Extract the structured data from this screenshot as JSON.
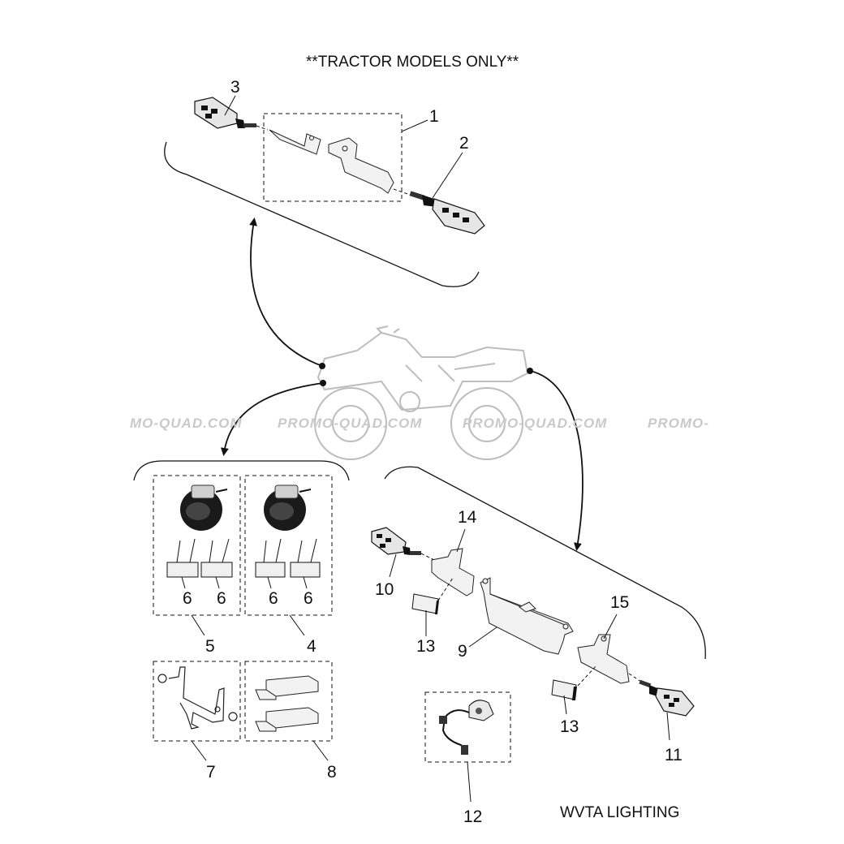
{
  "header": {
    "title": "**TRACTOR MODELS ONLY**"
  },
  "footer": {
    "caption": "WVTA LIGHTING"
  },
  "watermark": {
    "segments": [
      "MO-QUAD.COM",
      "PROMO-QUAD.COM",
      "PROMO-QUAD.COM",
      "PROMO-"
    ],
    "color": "#c9c9c9"
  },
  "callouts": {
    "c1": "1",
    "c2": "2",
    "c3": "3",
    "c4": "4",
    "c5": "5",
    "c6a": "6",
    "c6b": "6",
    "c6c": "6",
    "c6d": "6",
    "c7": "7",
    "c8": "8",
    "c9": "9",
    "c10": "10",
    "c11": "11",
    "c12": "12",
    "c13a": "13",
    "c13b": "13",
    "c14": "14",
    "c15": "15"
  },
  "colors": {
    "line": "#111111",
    "vehicle": "#bdbdbd",
    "part_fill": "#e8e8e8",
    "dark": "#1a1a1a"
  }
}
